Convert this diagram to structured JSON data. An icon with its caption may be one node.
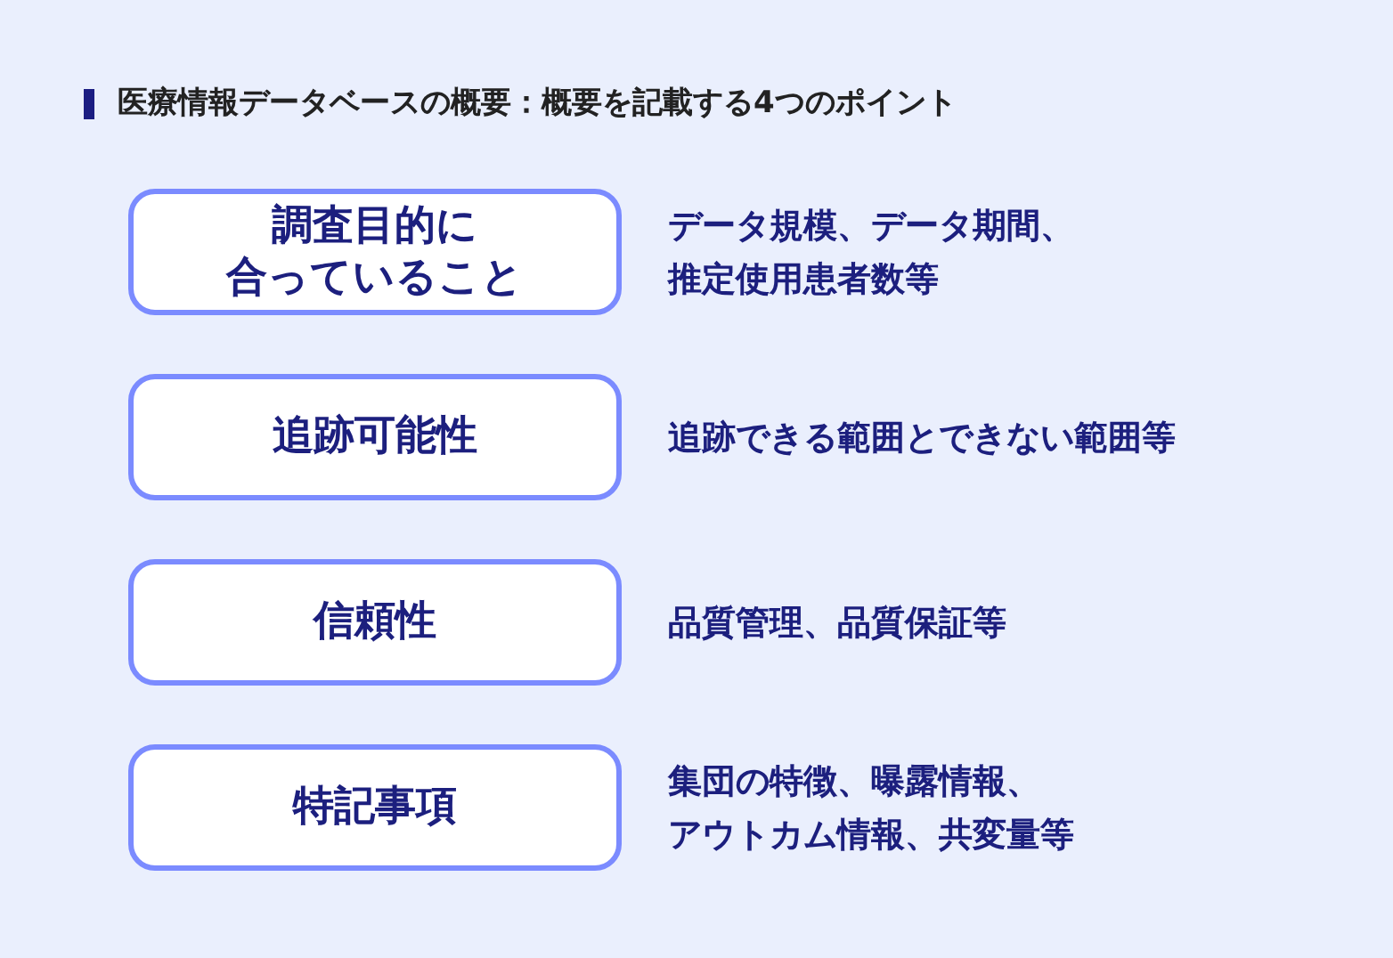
{
  "diagram": {
    "title": "医療情報データベースの概要：概要を記載する4つのポイント",
    "nodes": [
      {
        "text": [
          "調査目的に合っていること"
        ],
        "beside": [
          "データ規模、データ期間、推定使用患者数等"
        ]
      },
      {
        "text": [
          "追跡可能性"
        ],
        "beside": [
          "追跡できる範囲とできない範囲等"
        ]
      },
      {
        "text": [
          "信頼性"
        ],
        "beside": [
          "品質管理、品質保証等"
        ]
      },
      {
        "text": [
          "特記事項"
        ],
        "beside": [
          "集団の特徴、曝露情報、アウトカム情報、共変量等"
        ]
      }
    ]
  }
}
